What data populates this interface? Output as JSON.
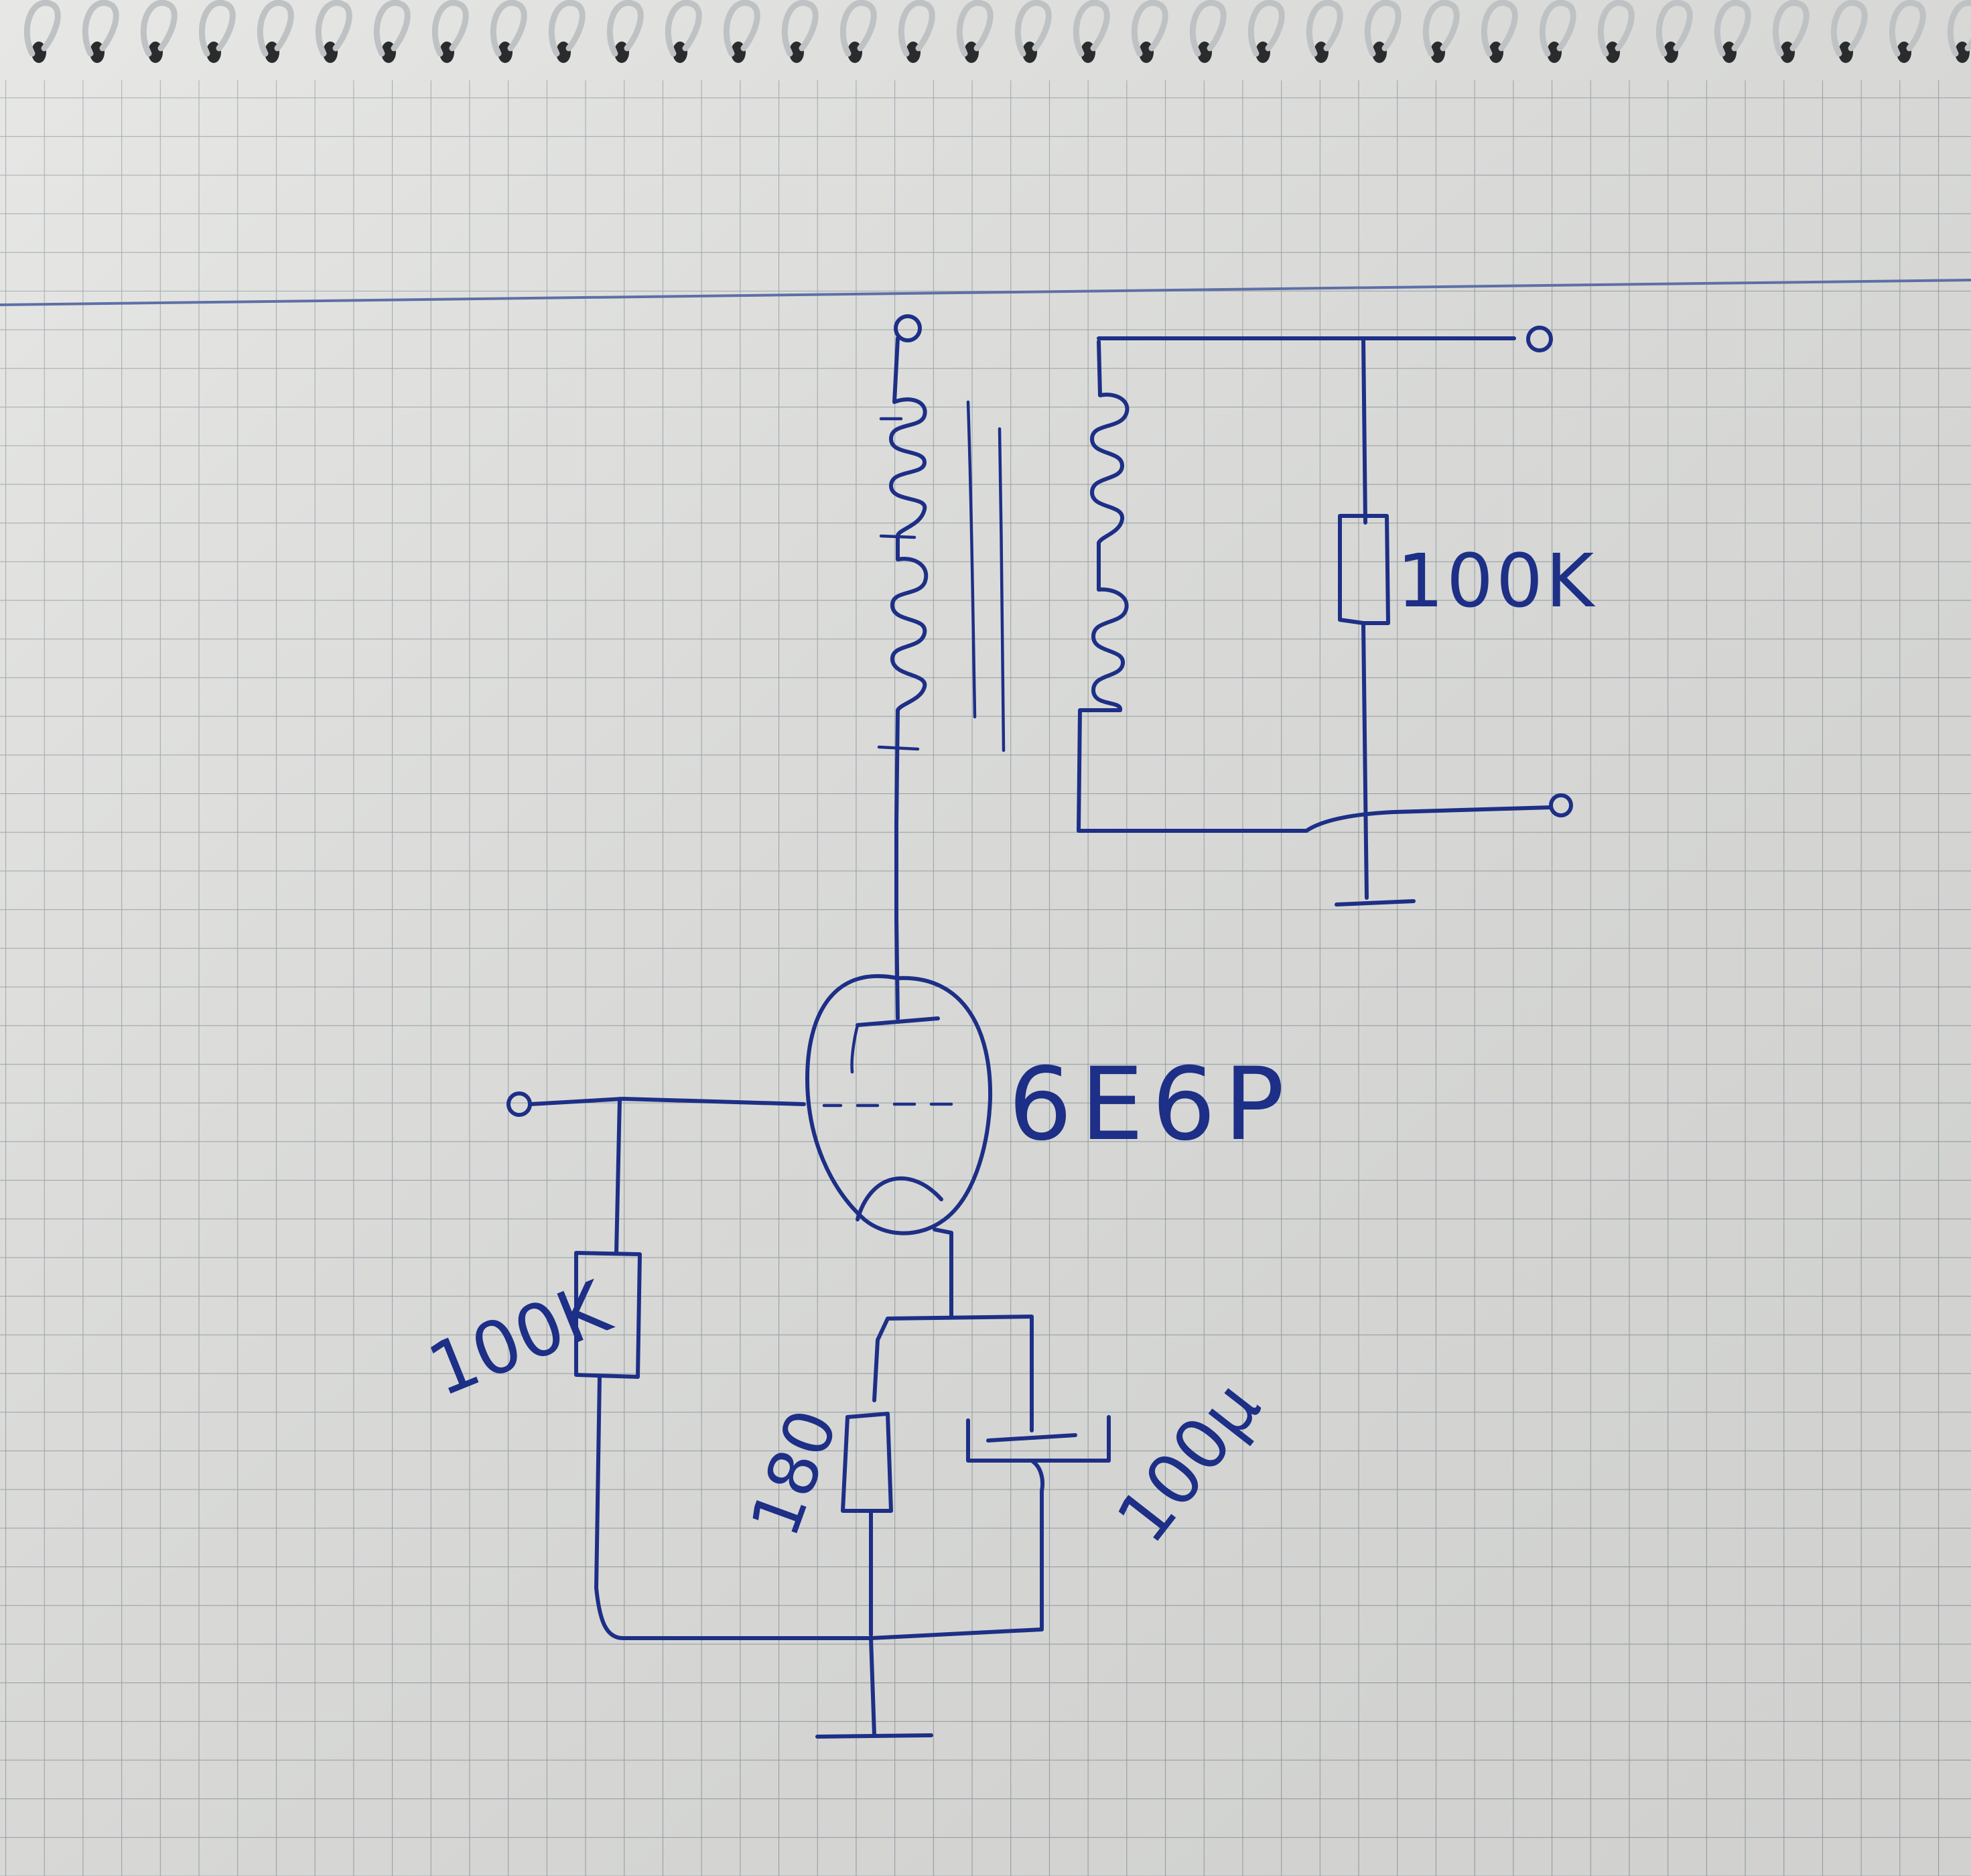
{
  "sheet": {
    "paper_color": "#e3e4e1",
    "grid_color": "#9da6ad",
    "margin_line_color": "#5e6fa6",
    "ink_color": "#1d2f86",
    "spiral_color": "#bfc2c4"
  },
  "schematic": {
    "tube_label": "6E6P",
    "grid_resistor_label": "100K",
    "cathode_resistor_label": "180",
    "cathode_capacitor_label": "100μ",
    "load_resistor_label": "100K"
  }
}
